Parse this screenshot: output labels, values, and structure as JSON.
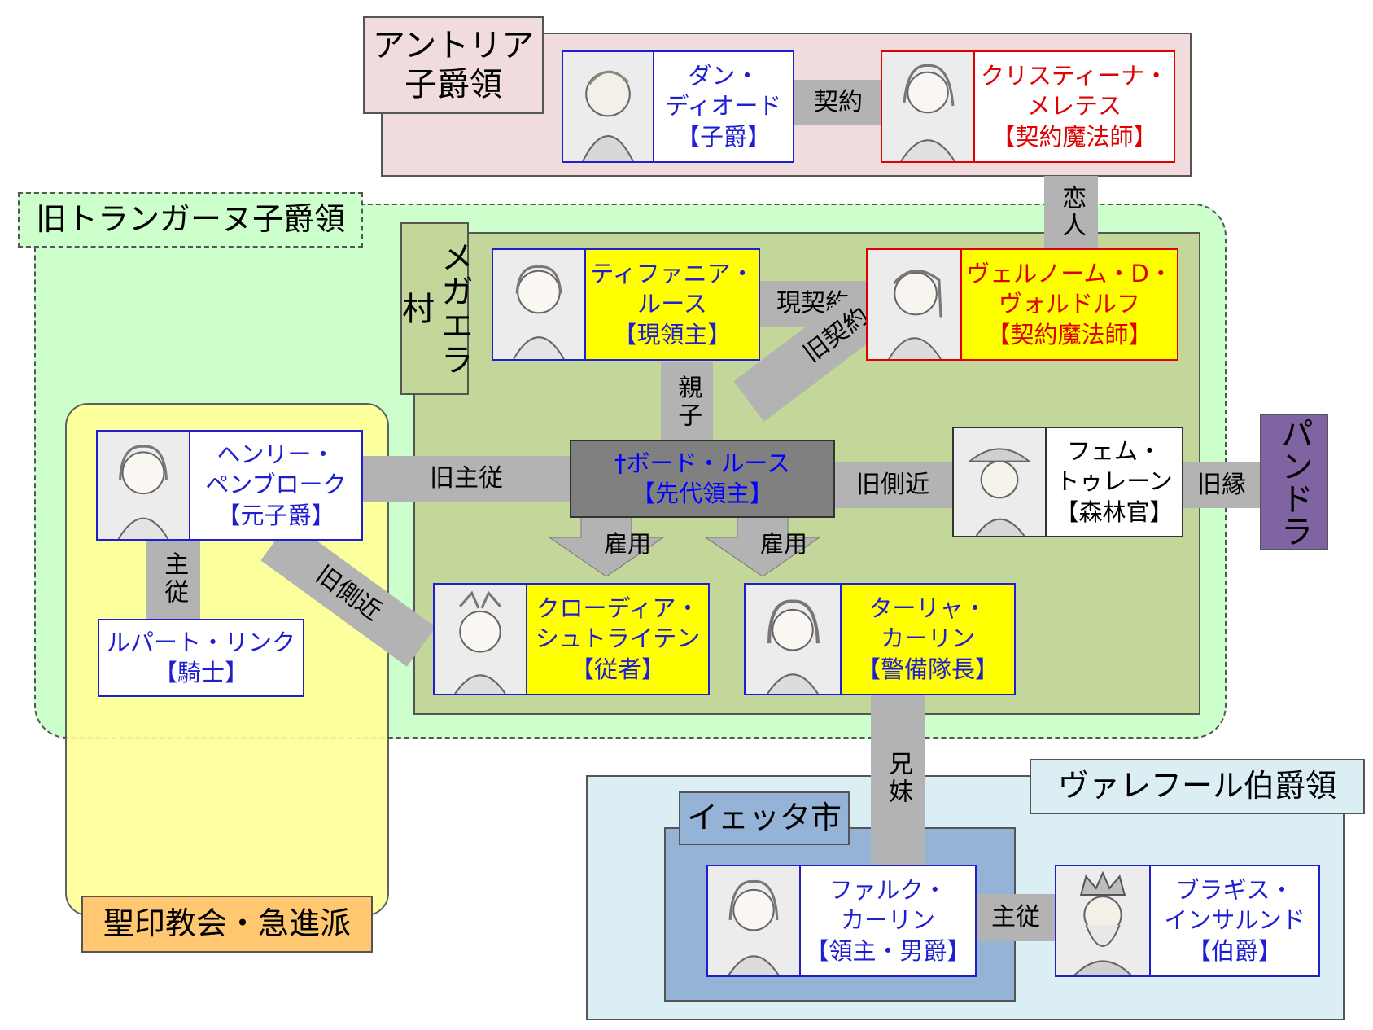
{
  "regions": {
    "antoria": "アントリア\n子爵領",
    "trangarne": "旧トランガーヌ子爵領",
    "megaera": "メガエラ村",
    "church": "聖印教会・急進派",
    "varfur": "ヴァレフール伯爵領",
    "ietta": "イェッタ市",
    "pandora": "パンドラ"
  },
  "characters": {
    "dan": [
      "ダン・",
      "ディオード",
      "【子爵】"
    ],
    "christina": [
      "クリスティーナ・",
      "メレテス",
      "【契約魔法師】"
    ],
    "tiffania": [
      "ティファニア・",
      "ルース",
      "【現領主】"
    ],
    "velnome": [
      "ヴェルノーム・D・",
      "ヴォルドルフ",
      "【契約魔法師】"
    ],
    "henry": [
      "ヘンリー・",
      "ペンブローク",
      "【元子爵】"
    ],
    "bord": [
      "†ボード・ルース",
      "【先代領主】"
    ],
    "fem": [
      "フェム・",
      "トゥレーン",
      "【森林官】"
    ],
    "rupert": [
      "ルパート・リンク",
      "【騎士】"
    ],
    "claudia": [
      "クローディア・",
      "シュトライテン",
      "【従者】"
    ],
    "talia": [
      "ターリャ・",
      "カーリン",
      "【警備隊長】"
    ],
    "falk": [
      "ファルク・",
      "カーリン",
      "【領主・男爵】"
    ],
    "bragis": [
      "ブラギス・",
      "インサルンド",
      "【伯爵】"
    ]
  },
  "relations": {
    "dan_christina": "契約",
    "christina_velnome": "恋人",
    "tiffania_velnome": "現契約",
    "tiffania_bord": "親子",
    "bord_velnome": "旧契約",
    "henry_bord": "旧主従",
    "bord_fem": "旧側近",
    "fem_pandora": "旧縁",
    "henry_rupert": "主従",
    "henry_claudia": "旧側近",
    "bord_claudia": "雇用",
    "bord_talia": "雇用",
    "talia_falk": "兄妹",
    "falk_bragis": "主従"
  },
  "colors": {
    "antoria_bg": "#f0dcdc",
    "trangarne_bg": "#ccffcc",
    "megaera_bg": "#c4d79b",
    "church_bg": "#ffff99",
    "church_label_bg": "#ffc870",
    "varfur_bg": "#daeef3",
    "ietta_bg": "#95b3d7",
    "pandora_bg": "#8064a2",
    "connector": "#b3b3b3",
    "blue_text": "#1f1fd0",
    "red_text": "#e00000",
    "highlight": "#ffff00"
  }
}
